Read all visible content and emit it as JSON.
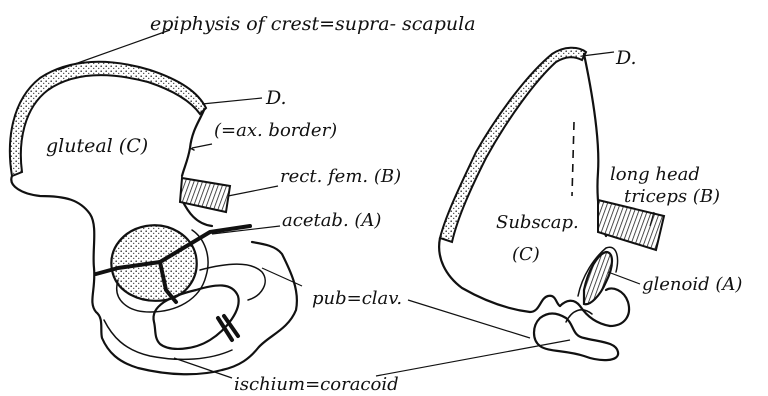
{
  "labels": {
    "epiphysis": "epiphysis of crest=supra- scapula",
    "d_left": "D.",
    "ax_border": "(=ax. border)",
    "gluteal": "gluteal (C)",
    "rect_fem": "rect. fem. (B)",
    "acetab": "acetab. (A)",
    "pub_clav": "pub=clav.",
    "ischium": "ischium=coracoid",
    "d_right": "D.",
    "long_head_1": "long head",
    "long_head_2": "triceps (B)",
    "subscap_1": "Subscap.",
    "subscap_2": "(C)",
    "glenoid": "glenoid (A)"
  }
}
